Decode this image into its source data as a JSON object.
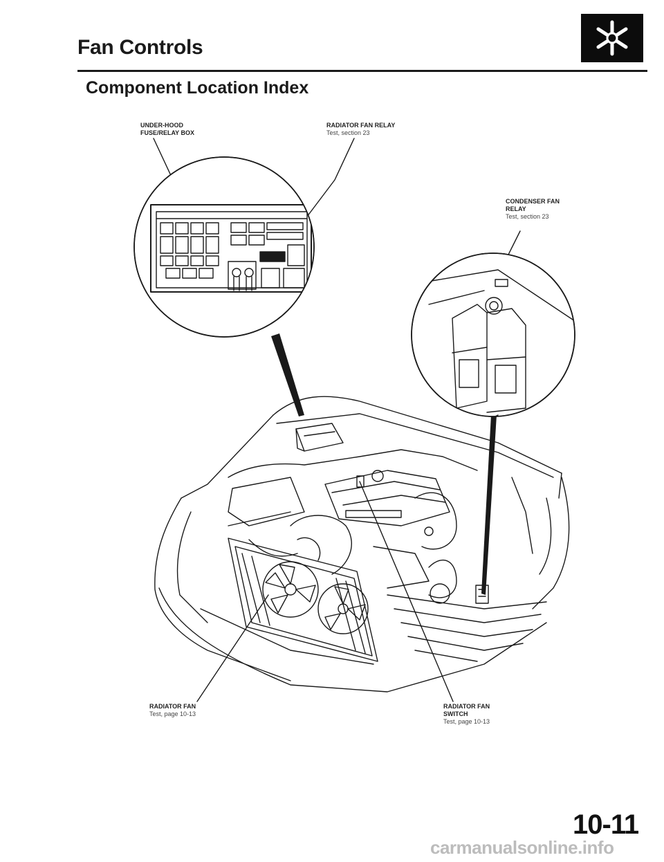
{
  "header": {
    "title": "Fan Controls",
    "subtitle": "Component Location Index",
    "section_icon": "fan-snowflake-icon"
  },
  "labels": {
    "fuse_box": {
      "line1": "UNDER-HOOD",
      "line2": "FUSE/RELAY BOX"
    },
    "radiator_fan_relay": {
      "name": "RADIATOR FAN RELAY",
      "ref": "Test, section 23"
    },
    "condenser_fan_relay": {
      "line1": "CONDENSER FAN",
      "line2": "RELAY",
      "ref": "Test, section 23"
    },
    "radiator_fan": {
      "name": "RADIATOR FAN",
      "ref": "Test, page 10-13"
    },
    "radiator_fan_switch": {
      "line1": "RADIATOR FAN",
      "line2": "SWITCH",
      "ref": "Test, page 10-13"
    }
  },
  "footer": {
    "page_number": "10-11",
    "watermark": "carmanualsonline.info"
  }
}
